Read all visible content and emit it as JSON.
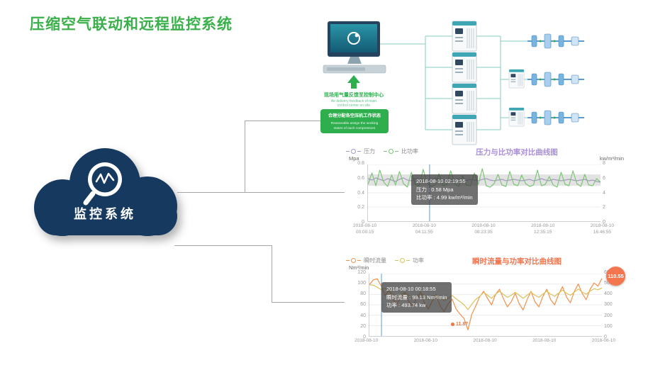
{
  "page": {
    "title": "压缩空气联动和远程监控系统"
  },
  "cloud": {
    "label": "监控系统"
  },
  "diagram": {
    "feedback_cn": "现场用气量反馈至控制中心",
    "feedback_en1": "Air delivery feedback of main",
    "feedback_en2": "control center on site",
    "assign_cn": "合理分配各空压机工作状态",
    "assign_en1": "Reasonable assign the working",
    "assign_en2": "states of each compressors"
  },
  "colors": {
    "title_green": "#39b04a",
    "cloud_navy": "#16395f",
    "connector_gray": "#a6a6a6"
  },
  "chart_data": [
    {
      "id": "pressure-chart",
      "type": "line",
      "title": "压力与比功率对比曲线图",
      "title_color": "#a98fd8",
      "ylabel_left": "Mpa",
      "ylabel_right": "kw/m³/min",
      "ylim_left": [
        0,
        0.8
      ],
      "ylim_right": [
        0,
        8
      ],
      "y_ticks_left": [
        "0",
        "0.2",
        "0.4",
        "0.6",
        "0.8"
      ],
      "y_ticks_right": [
        "0",
        "2",
        "4",
        "6",
        "8"
      ],
      "x_ticks": [
        [
          "2018-08-10",
          "00:00:15"
        ],
        [
          "2018-08-10",
          "04:11:55"
        ],
        [
          "2018-08-10",
          "08:23:35"
        ],
        [
          "2018-08-10",
          "12:35:15"
        ],
        [
          "2018-08-10",
          "16:46:55"
        ]
      ],
      "band": {
        "low": 0.5,
        "high": 0.66,
        "color": "#dedede"
      },
      "cursor_x": 0.265,
      "legend_position": "top-left",
      "grid": true,
      "series": [
        {
          "name": "压力",
          "axis": "left",
          "color": "#a79ac2",
          "values": [
            0.6,
            0.58,
            0.61,
            0.59,
            0.57,
            0.6,
            0.58,
            0.56,
            0.59,
            0.61,
            0.58,
            0.57,
            0.6,
            0.58,
            0.59,
            0.57,
            0.58,
            0.6,
            0.59,
            0.58,
            0.57,
            0.59,
            0.58,
            0.6,
            0.58,
            0.57,
            0.59,
            0.58,
            0.57,
            0.59,
            0.6,
            0.58,
            0.57,
            0.58,
            0.59,
            0.57,
            0.58,
            0.59,
            0.58,
            0.57,
            0.58,
            0.59,
            0.57,
            0.58,
            0.6,
            0.58,
            0.57,
            0.59,
            0.58,
            0.57,
            0.58,
            0.59,
            0.58,
            0.57,
            0.58,
            0.59,
            0.57,
            0.58,
            0.56,
            0.55
          ]
        },
        {
          "name": "比功率",
          "axis": "right",
          "color": "#7cc576",
          "values": [
            5.2,
            6.8,
            5.0,
            7.2,
            5.5,
            4.9,
            6.5,
            5.1,
            7.0,
            5.3,
            4.8,
            6.9,
            5.2,
            5.0,
            7.3,
            5.4,
            4.9,
            5.1,
            6.7,
            5.0,
            5.2,
            7.1,
            5.3,
            4.9,
            6.4,
            5.1,
            5.0,
            6.8,
            5.2,
            7.4,
            5.0,
            4.8,
            5.3,
            6.6,
            5.1,
            4.9,
            7.0,
            5.2,
            5.0,
            6.5,
            5.3,
            4.9,
            5.1,
            7.2,
            5.0,
            5.2,
            6.3,
            5.1,
            4.8,
            6.9,
            5.2,
            5.0,
            7.1,
            5.3,
            4.9,
            6.6,
            5.1,
            5.0,
            6.0,
            5.5
          ]
        }
      ],
      "tooltip": {
        "title": "2018-08-10 02:19:55",
        "lines": [
          "压力 : 0.58 Mpa",
          "比功率 : 4.99 kw/m³/min"
        ]
      }
    },
    {
      "id": "flow-chart",
      "type": "line",
      "title": "瞬时流量与功率对比曲线图",
      "title_color": "#f0744e",
      "ylabel_left": "Nm³/min",
      "ylabel_right": "",
      "ylim_left": [
        0,
        120
      ],
      "ylim_right": [
        0,
        600
      ],
      "y_ticks_left": [
        "0",
        "20",
        "40",
        "60",
        "80",
        "100",
        "120"
      ],
      "y_ticks_right": [
        "0",
        "100",
        "200",
        "300",
        "400",
        "500",
        "600"
      ],
      "x_ticks": [
        "2018-08-10",
        "2018-08-10",
        "2018-08-10",
        "2018-08-10",
        "2018-08-10"
      ],
      "cursor_x": 0.052,
      "badge": "110.55",
      "point_label": "11.87",
      "legend_position": "top-left",
      "grid": true,
      "series": [
        {
          "name": "瞬时流量",
          "axis": "left",
          "color": "#f0914e",
          "values": [
            99.13,
            108,
            110,
            96,
            78,
            88,
            70,
            62,
            75,
            82,
            66,
            58,
            72,
            85,
            63,
            52,
            68,
            76,
            57,
            47,
            62,
            71,
            52,
            42,
            34,
            11.87,
            42,
            58,
            76,
            86,
            72,
            60,
            80,
            90,
            72,
            56,
            66,
            82,
            62,
            50,
            70,
            86,
            66,
            56,
            76,
            90,
            70,
            60,
            80,
            95,
            75,
            64,
            86,
            100,
            82,
            70,
            90,
            102,
            96,
            110.55
          ]
        },
        {
          "name": "功率",
          "axis": "right",
          "color": "#d8c25a",
          "values": [
            493.74,
            488,
            470,
            445,
            460,
            430,
            400,
            380,
            400,
            420,
            390,
            360,
            385,
            415,
            380,
            350,
            372,
            398,
            368,
            340,
            362,
            390,
            358,
            330,
            300,
            255,
            305,
            352,
            382,
            420,
            392,
            362,
            402,
            430,
            400,
            372,
            392,
            420,
            392,
            362,
            392,
            422,
            392,
            372,
            402,
            432,
            402,
            382,
            412,
            442,
            412,
            392,
            422,
            452,
            422,
            402,
            432,
            455,
            445,
            462
          ]
        }
      ],
      "tooltip": {
        "title": "2018-08-10 00:18:55",
        "lines": [
          "瞬时流量 : 99.13 Nm³/min",
          "功率 : 493.74 kw"
        ]
      }
    }
  ]
}
